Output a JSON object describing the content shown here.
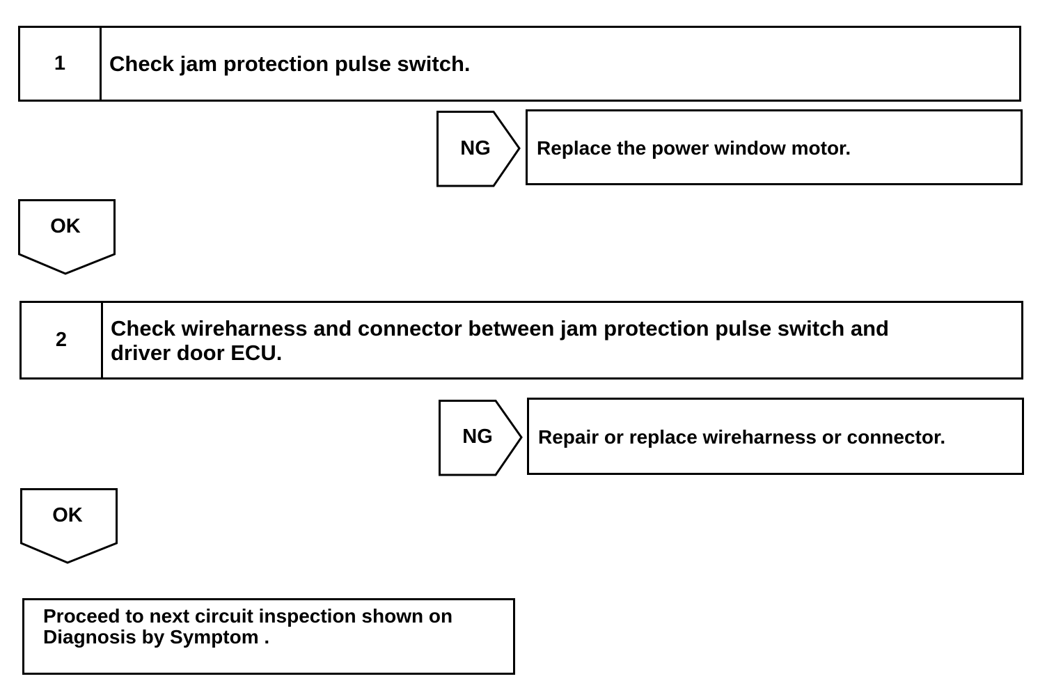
{
  "steps": [
    {
      "number": "1",
      "text": "Check jam protection pulse switch.",
      "ng_label": "NG",
      "ng_action": "Replace the power window motor.",
      "ok_label": "OK"
    },
    {
      "number": "2",
      "text_line1": "Check wireharness and connector between jam protection pulse switch and",
      "text_line2": "driver door ECU.",
      "ng_label": "NG",
      "ng_action": "Repair or replace wireharness or connector.",
      "ok_label": "OK"
    }
  ],
  "final": {
    "line1": "Proceed to next circuit inspection shown on",
    "line2": "Diagnosis by Symptom ."
  },
  "colors": {
    "line": "#000000",
    "background": "#ffffff"
  }
}
